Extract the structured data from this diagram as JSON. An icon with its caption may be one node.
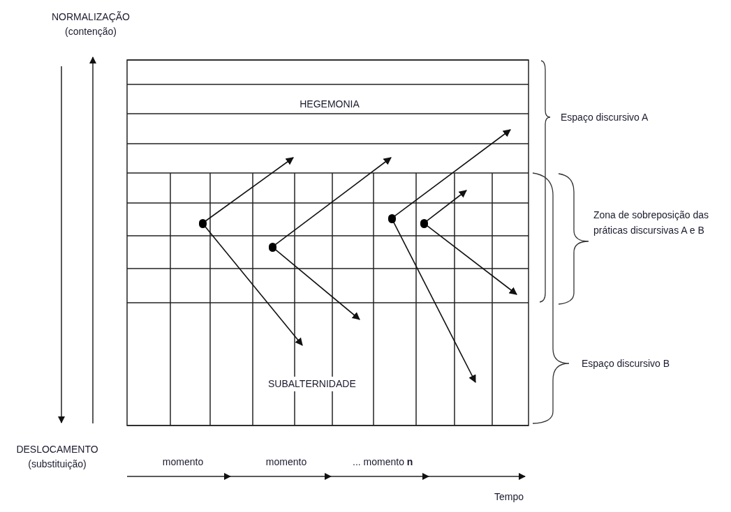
{
  "diagram": {
    "nodes": [
      {
        "text": [],
        "shape": "circle"
      },
      {
        "text": [],
        "shape": "circle"
      },
      {
        "text": [],
        "shape": "circle"
      },
      {
        "text": [],
        "shape": "circle"
      }
    ],
    "edges": [
      {
        "from": 0,
        "to": null,
        "arrow": "to"
      },
      {
        "from": 0,
        "to": null,
        "arrow": "to"
      },
      {
        "from": 1,
        "to": null,
        "arrow": "to"
      },
      {
        "from": 1,
        "to": null,
        "arrow": "to"
      },
      {
        "from": 2,
        "to": null,
        "arrow": "to"
      },
      {
        "from": 2,
        "to": null,
        "arrow": "to"
      },
      {
        "from": 3,
        "to": null,
        "arrow": "to"
      },
      {
        "from": 3,
        "to": null,
        "arrow": "to"
      }
    ],
    "labels": [
      "NORMALIZAÇÃO (contenção)",
      "HEGEMONIA",
      "Espaço discursivo A",
      "Zona de sobreposição das práticas discursivas A e B",
      "SUBALTERNIDADE",
      "Espaço discursivo B",
      "DESLOCAMENTO (substituição)",
      "momento",
      "momento",
      "... momento **n**",
      "Tempo"
    ]
  }
}
